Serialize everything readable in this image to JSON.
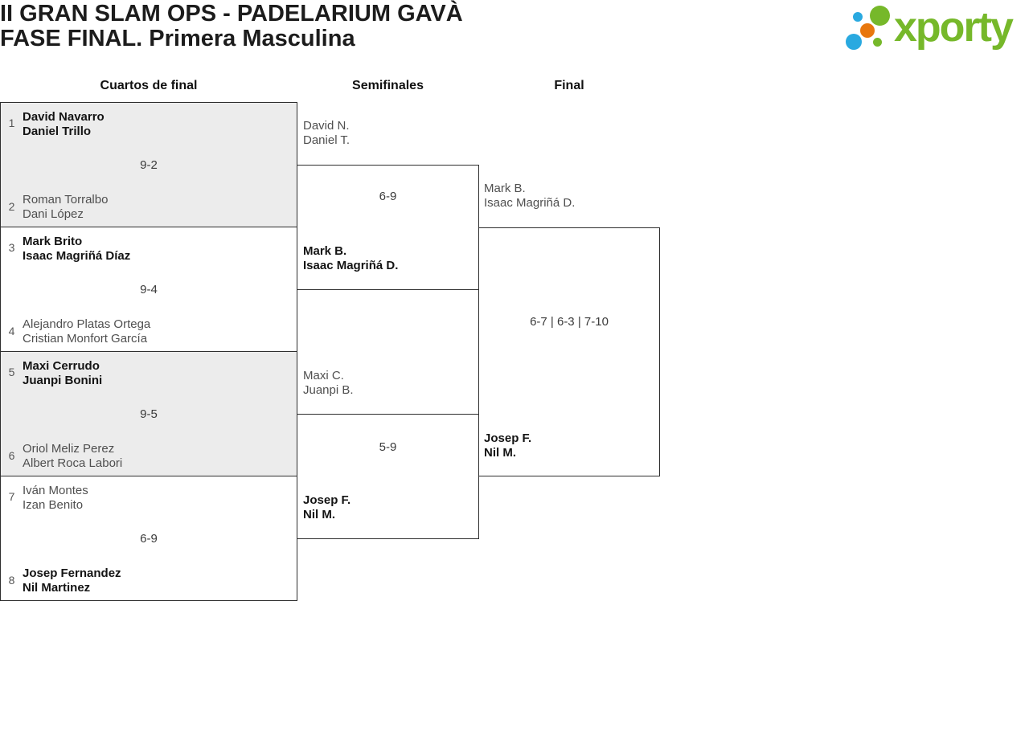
{
  "header": {
    "title_line1": "II GRAN SLAM OPS - PADELARIUM GAVÀ",
    "title_line2": "FASE FINAL. Primera Masculina",
    "logo_text": "xporty"
  },
  "rounds": [
    {
      "label": "Cuartos de final"
    },
    {
      "label": "Semifinales"
    },
    {
      "label": "Final"
    }
  ],
  "colors": {
    "accent_green": "#76b82a",
    "accent_blue": "#29a9e0",
    "accent_orange": "#e8770e",
    "box_border": "#2e2e2e",
    "match_alt_bg": "#ececec",
    "winner_text": "#141414",
    "loser_text": "#4f4f4f"
  },
  "bracket": {
    "quarterfinals": [
      {
        "seed_top": "1",
        "top": [
          "David Navarro",
          "Daniel Trillo"
        ],
        "top_winner": true,
        "score": "9-2",
        "seed_bottom": "2",
        "bottom": [
          "Roman Torralbo",
          "Dani López"
        ],
        "bottom_winner": false
      },
      {
        "seed_top": "3",
        "top": [
          "Mark Brito",
          "Isaac Magriñá Díaz"
        ],
        "top_winner": true,
        "score": "9-4",
        "seed_bottom": "4",
        "bottom": [
          "Alejandro Platas Ortega",
          "Cristian Monfort García"
        ],
        "bottom_winner": false
      },
      {
        "seed_top": "5",
        "top": [
          "Maxi Cerrudo",
          "Juanpi Bonini"
        ],
        "top_winner": true,
        "score": "9-5",
        "seed_bottom": "6",
        "bottom": [
          "Oriol Meliz Perez",
          "Albert Roca Labori"
        ],
        "bottom_winner": false
      },
      {
        "seed_top": "7",
        "top": [
          "Iván Montes",
          "Izan Benito"
        ],
        "top_winner": false,
        "score": "6-9",
        "seed_bottom": "8",
        "bottom": [
          "Josep Fernandez",
          "Nil Martinez"
        ],
        "bottom_winner": true
      }
    ],
    "semifinals": [
      {
        "top": [
          "David N.",
          "Daniel T."
        ],
        "top_winner": false,
        "score": "6-9",
        "bottom": [
          "Mark B.",
          "Isaac Magriñá D."
        ],
        "bottom_winner": true
      },
      {
        "top": [
          "Maxi C.",
          "Juanpi B."
        ],
        "top_winner": false,
        "score": "5-9",
        "bottom": [
          "Josep F.",
          "Nil M."
        ],
        "bottom_winner": true
      }
    ],
    "final": {
      "top": [
        "Mark B.",
        "Isaac Magriñá D."
      ],
      "top_winner": false,
      "score": "6-7 | 6-3 | 7-10",
      "bottom": [
        "Josep F.",
        "Nil M."
      ],
      "bottom_winner": true
    }
  }
}
